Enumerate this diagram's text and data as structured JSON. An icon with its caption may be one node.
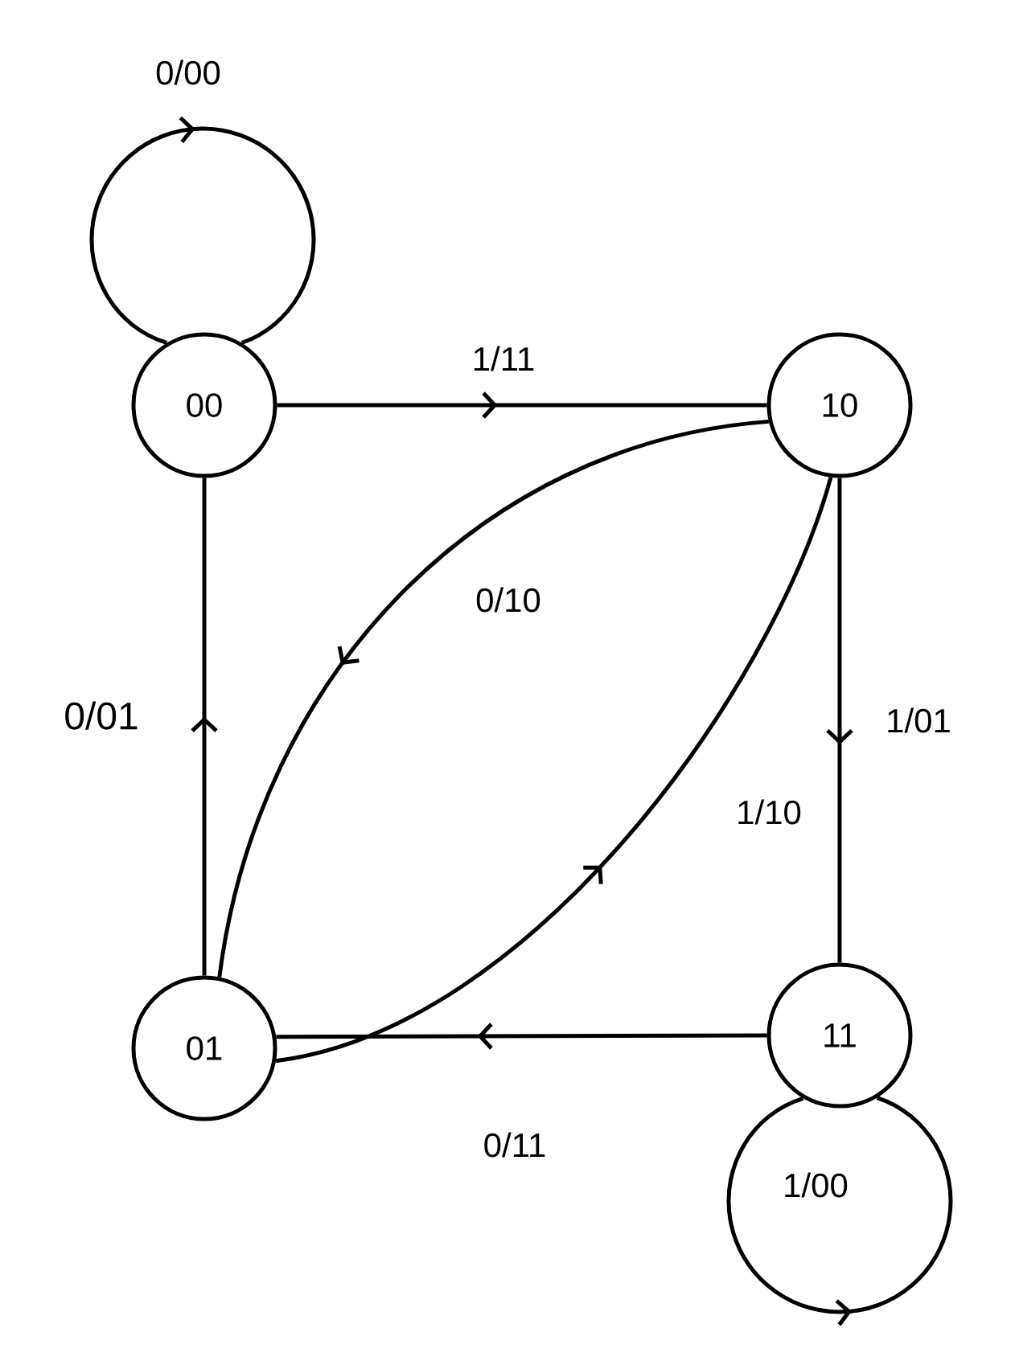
{
  "diagram": {
    "nodes": [
      {
        "text": [
          "00"
        ]
      },
      {
        "text": [
          "10"
        ]
      },
      {
        "text": [
          "01"
        ]
      },
      {
        "text": [
          "11"
        ]
      }
    ],
    "edges": [
      {
        "from": 0,
        "to": 0,
        "arrow": "to",
        "label": "0/00"
      },
      {
        "from": 0,
        "to": 1,
        "arrow": "to",
        "label": "1/11"
      },
      {
        "from": 1,
        "to": 2,
        "arrow": "to",
        "label": "0/10"
      },
      {
        "from": 2,
        "to": 0,
        "arrow": "to",
        "label": "0/01"
      },
      {
        "from": 1,
        "to": 3,
        "arrow": "to",
        "label": "1/01"
      },
      {
        "from": 2,
        "to": 1,
        "arrow": "to",
        "label": "1/10"
      },
      {
        "from": 3,
        "to": 2,
        "arrow": "to",
        "label": "0/11"
      },
      {
        "from": 3,
        "to": 3,
        "arrow": "to",
        "label": "1/00"
      }
    ]
  }
}
